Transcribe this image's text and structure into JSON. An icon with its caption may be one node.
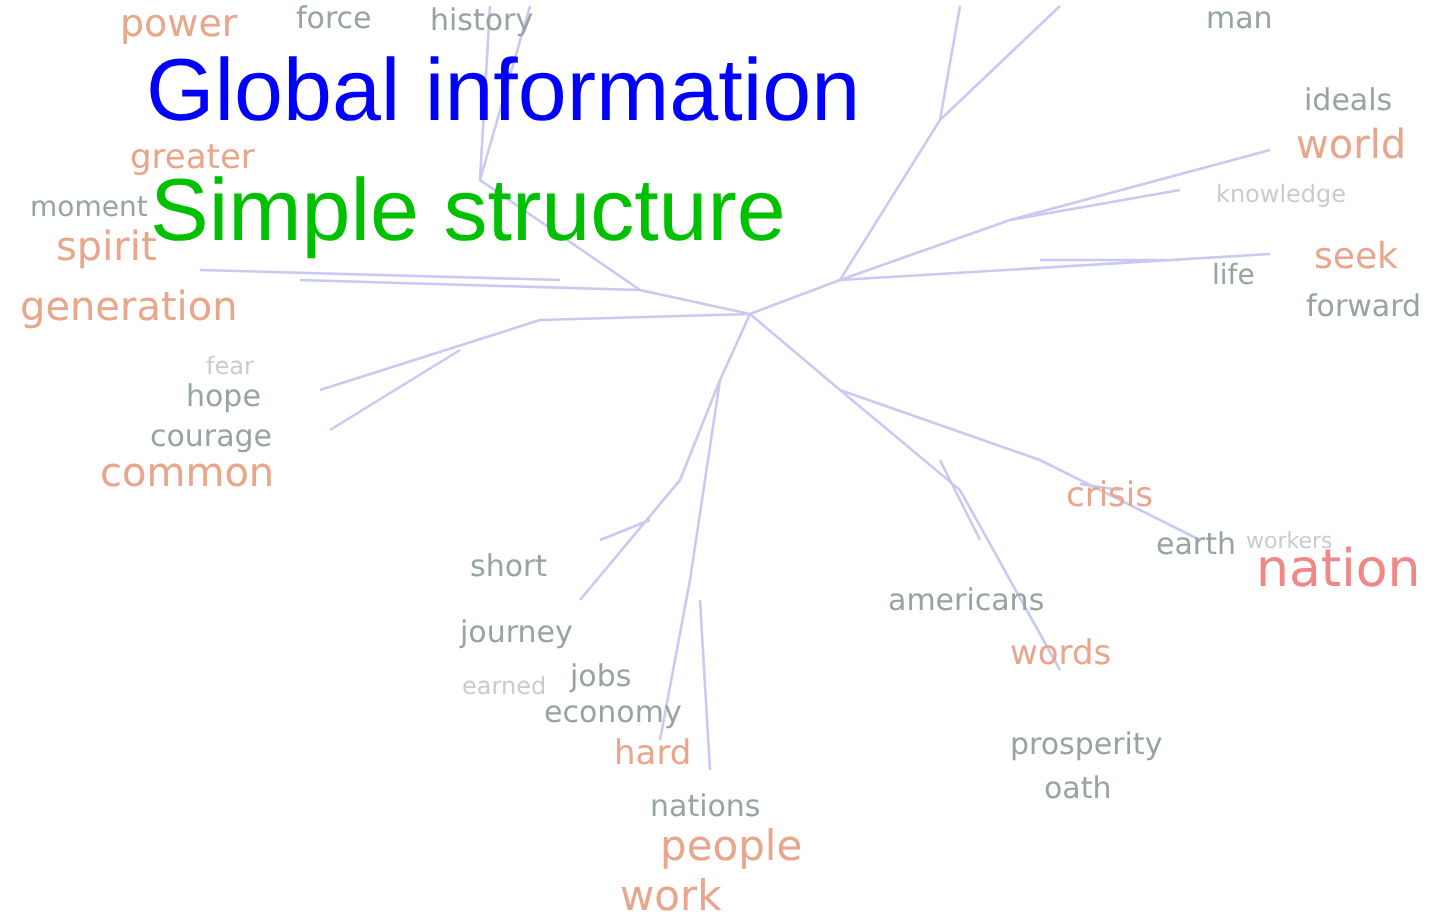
{
  "diagram": {
    "labels": [
      "power",
      "force",
      "history",
      "man",
      "Global information",
      "ideals",
      "greater",
      "world",
      "moment",
      "Simple structure",
      "knowledge",
      "spirit",
      "seek",
      "life",
      "generation",
      "forward",
      "fear",
      "hope",
      "courage",
      "common",
      "crisis",
      "short",
      "earth",
      "workers",
      "nation",
      "americans",
      "journey",
      "words",
      "earned",
      "jobs",
      "economy",
      "hard",
      "prosperity",
      "oath",
      "nations",
      "people",
      "work"
    ]
  }
}
